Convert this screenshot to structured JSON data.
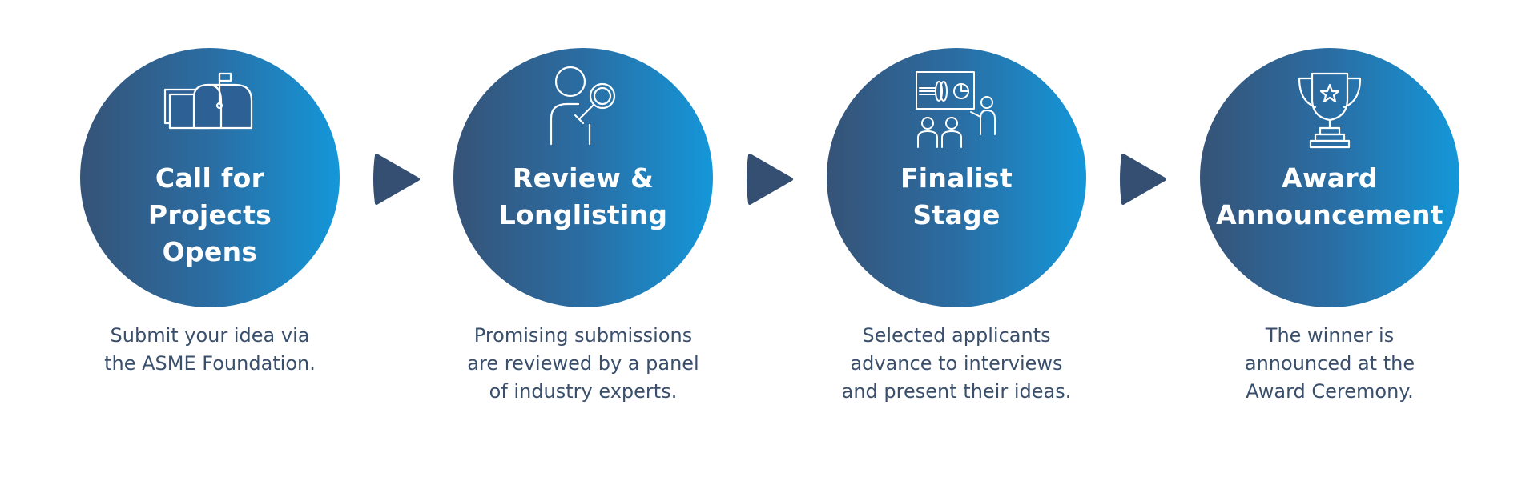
{
  "steps": [
    {
      "title_lines": [
        "Call for",
        "Projects",
        "Opens"
      ],
      "description_lines": [
        "Submit your idea via",
        "the ASME Foundation."
      ],
      "icon": "mailbox-icon"
    },
    {
      "title_lines": [
        "Review &",
        "Longlisting"
      ],
      "description_lines": [
        "Promising submissions",
        "are reviewed by a panel",
        "of industry experts."
      ],
      "icon": "person-magnifier-icon"
    },
    {
      "title_lines": [
        "Finalist",
        "Stage"
      ],
      "description_lines": [
        "Selected applicants",
        "advance to interviews",
        "and present their ideas."
      ],
      "icon": "presentation-icon"
    },
    {
      "title_lines": [
        "Award",
        "Announcement"
      ],
      "description_lines": [
        "The winner is",
        "announced at the",
        "Award Ceremony."
      ],
      "icon": "trophy-icon"
    }
  ],
  "colors": {
    "gradient_start": "#365377",
    "gradient_end": "#1497d9",
    "arrow": "#344f72",
    "description_text": "#3a4f6c"
  }
}
